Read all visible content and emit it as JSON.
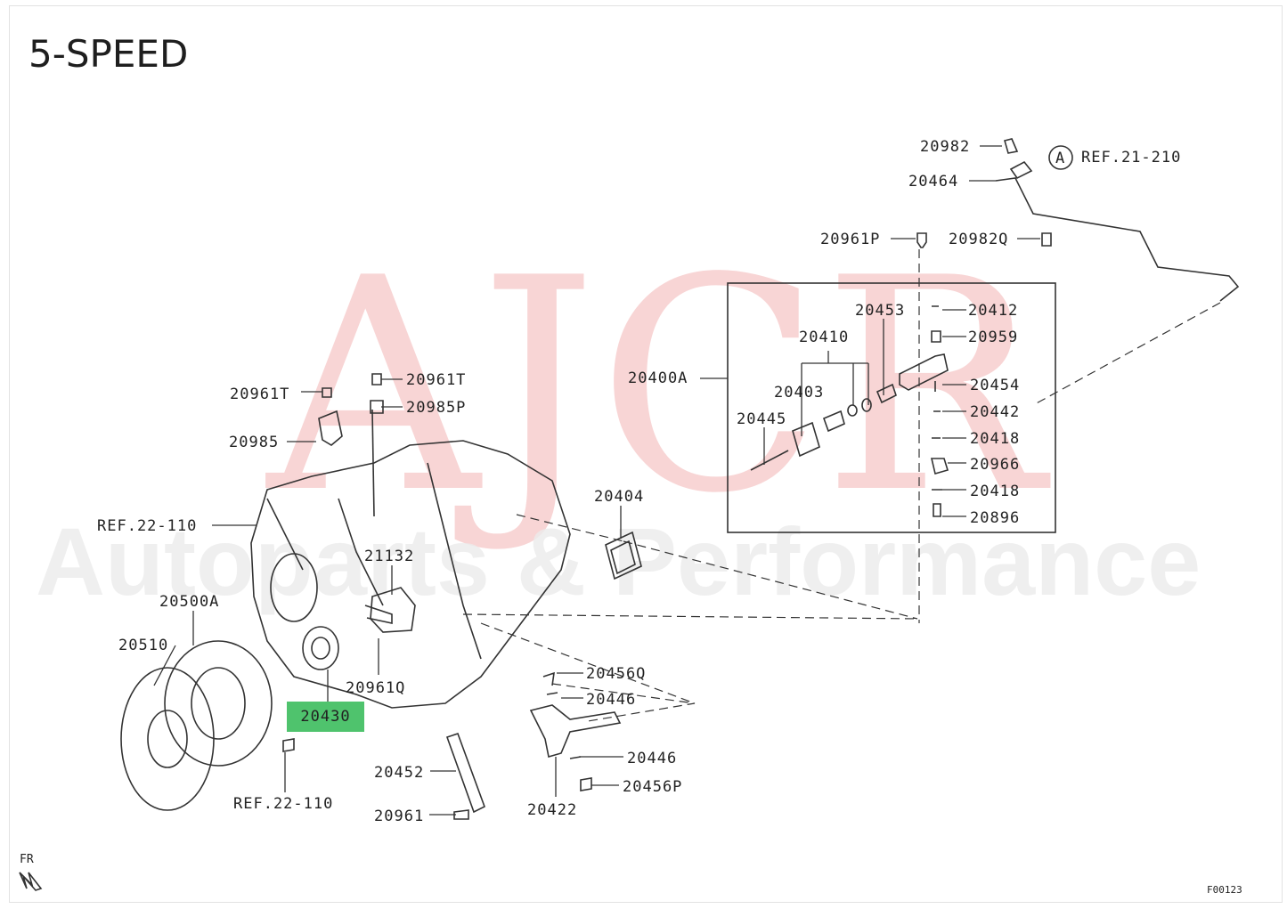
{
  "title": "5-SPEED",
  "watermark": {
    "main": "AJCR",
    "sub": "Autoparts & Performance",
    "color": "#f3b4b4"
  },
  "highlight": {
    "part": "20430",
    "color": "#4fc36d"
  },
  "figure_code": "F00123",
  "fr_label": "FR",
  "circle_ref": {
    "letter": "A",
    "text": "REF.21-210"
  },
  "labels": {
    "l20982": "20982",
    "l20464": "20464",
    "l20961P": "20961P",
    "l20982Q": "20982Q",
    "l20400A": "20400A",
    "l20453": "20453",
    "l20410": "20410",
    "l20403": "20403",
    "l20445": "20445",
    "l20412": "20412",
    "l20959": "20959",
    "l20454": "20454",
    "l20442": "20442",
    "l20418a": "20418",
    "l20966": "20966",
    "l20418b": "20418",
    "l20896": "20896",
    "l20961T_left": "20961T",
    "l20961T_right": "20961T",
    "l20985P": "20985P",
    "l20985": "20985",
    "lref22_110_top": "REF.22-110",
    "l20404": "20404",
    "l21132": "21132",
    "l20500A": "20500A",
    "l20510": "20510",
    "l20961Q": "20961Q",
    "l20456Q": "20456Q",
    "l20446a": "20446",
    "l20446b": "20446",
    "l20456P": "20456P",
    "l20452": "20452",
    "l20422": "20422",
    "l20961": "20961",
    "lref22_110_bottom": "REF.22-110"
  }
}
